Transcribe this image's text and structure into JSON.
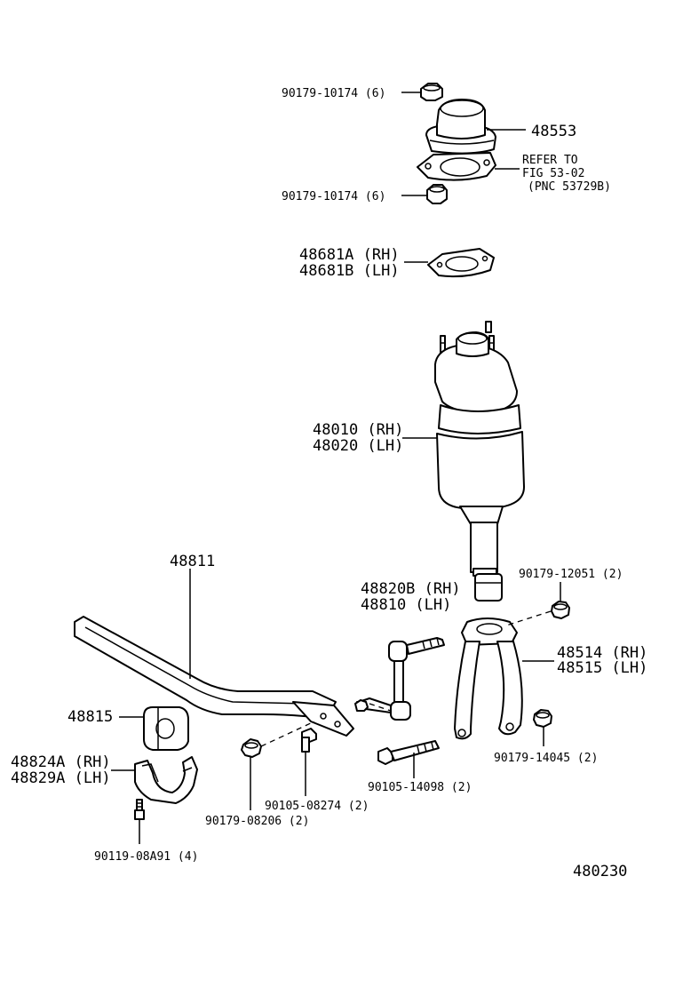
{
  "labels": {
    "nut_top_1": "90179-10174 (6)",
    "mount_cover": "48553",
    "refer_1": "REFER TO",
    "refer_2": "FIG 53-02",
    "refer_3": "(PNC 53729B)",
    "nut_top_2": "90179-10174 (6)",
    "gasket_rh": "48681A (RH)",
    "gasket_lh": "48681B (LH)",
    "strut_rh": "48010 (RH)",
    "strut_lh": "48020 (LH)",
    "stab_bar": "48811",
    "nut_fork": "90179-12051 (2)",
    "link_rh": "48820B (RH)",
    "link_lh": "48810  (LH)",
    "fork_rh": "48514 (RH)",
    "fork_lh": "48515 (LH)",
    "bushing": "48815",
    "bracket_rh": "48824A (RH)",
    "bracket_lh": "48829A (LH)",
    "nut_fork_lower": "90179-14045 (2)",
    "bolt_fork": "90105-14098 (2)",
    "bolt_bar": "90105-08274 (2)",
    "nut_bar": "90179-08206 (2)",
    "bolt_bracket": "90119-08A91 (4)",
    "diagram_number": "480230"
  }
}
